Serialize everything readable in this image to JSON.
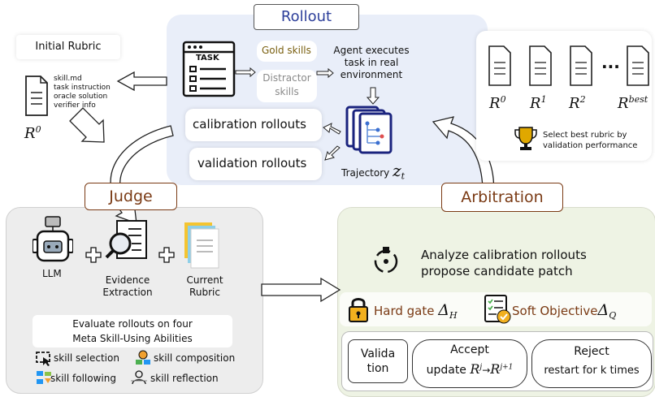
{
  "rollout": {
    "title": "Rollout",
    "task_label": "TASK",
    "gold_skills": "Gold skills",
    "distractor_line1": "Distractor",
    "distractor_line2": "skills",
    "agent_line1": "Agent executes",
    "agent_line2": "task in real",
    "agent_line3": "environment",
    "calibration": "calibration  rollouts",
    "validation": "validation  rollouts",
    "trajectory": "Trajectory",
    "trajectory_symbol": "z",
    "trajectory_sub": "t"
  },
  "initial": {
    "title": "Initial Rubric",
    "items": [
      "skill.md",
      "task instruction",
      "oracle solution",
      "verifier info"
    ],
    "symbol": "R",
    "sup": "0"
  },
  "selection": {
    "labels": [
      {
        "base": "R",
        "sup": "0"
      },
      {
        "base": "R",
        "sup": "1"
      },
      {
        "base": "R",
        "sup": "2"
      },
      {
        "base": "R",
        "sup": "best"
      }
    ],
    "dots": "···",
    "caption_line1": "Select best rubric by",
    "caption_line2": "validation performance"
  },
  "judge": {
    "title": "Judge",
    "llm": "LLM",
    "evidence_line1": "Evidence",
    "evidence_line2": "Extraction",
    "current_line1": "Current",
    "current_line2": "Rubric",
    "eval_line1": "Evaluate rollouts on four",
    "eval_line2": "Meta Skill-Using Abilities",
    "abilities": [
      "skill selection",
      "skill composition",
      "skill following",
      "skill reflection"
    ]
  },
  "arbitration": {
    "title": "Arbitration",
    "analyze_line1": "Analyze calibration rollouts",
    "analyze_line2": "propose candidate patch",
    "hard_gate": "Hard gate",
    "hard_symbol": "Δ",
    "hard_sub": "H",
    "soft_objective": "Soft Objective",
    "soft_symbol": "Δ",
    "soft_sub": "Q",
    "valida_line1": "Valida",
    "valida_line2": "tion",
    "accept_line1": "Accept",
    "accept_line2": "update",
    "accept_from": "R",
    "accept_from_sup": "j",
    "accept_arrow": "→",
    "accept_to": "R",
    "accept_to_sup": "j+1",
    "reject_line1": "Reject",
    "reject_line2": "restart for k times"
  },
  "colors": {
    "rollout_bg": "#e9eef9",
    "judge_bg": "#eeeeee",
    "arbitration_bg": "#eef3e4",
    "title_blue": "#2c3e9a",
    "title_brown": "#7a3a14",
    "gold_text": "#7a6010",
    "distractor_text": "#8a8a8a",
    "lock_gold": "#f2b01e",
    "trophy_gold": "#e0a800"
  }
}
